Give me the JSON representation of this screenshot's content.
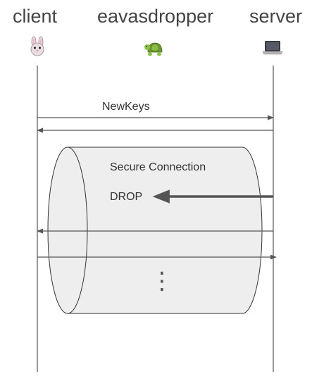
{
  "actors": {
    "client": {
      "label": "client",
      "icon": "rabbit-icon"
    },
    "eavesdropper": {
      "label": "eavasdropper",
      "icon": "turtle-icon"
    },
    "server": {
      "label": "server",
      "icon": "laptop-icon"
    }
  },
  "messages": {
    "newkeys": "NewKeys",
    "secure_connection": "Secure Connection",
    "drop": "DROP",
    "continuation": "⋮"
  },
  "colors": {
    "text": "#444444",
    "line": "#555555",
    "cylinder_fill": "#eeeeee",
    "cylinder_stroke": "#333333",
    "drop_arrow": "#555555"
  }
}
